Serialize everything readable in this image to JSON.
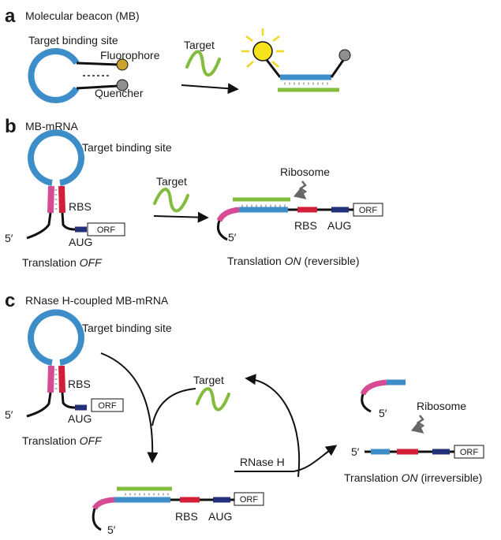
{
  "panels": {
    "a": {
      "letter": "a",
      "title": "Molecular beacon (MB)",
      "target_binding_site": "Target binding site",
      "fluorophore": "Fluorophore",
      "quencher": "Quencher",
      "target": "Target"
    },
    "b": {
      "letter": "b",
      "title": "MB-mRNA",
      "target_binding_site": "Target binding site",
      "rbs": "RBS",
      "aug": "AUG",
      "orf": "ORF",
      "five_prime": "5′",
      "translation_off": "Translation ",
      "off_word": "OFF",
      "target": "Target",
      "ribosome": "Ribosome",
      "rbs_right": "RBS",
      "aug_right": "AUG",
      "orf_right": "ORF",
      "five_prime_right": "5′",
      "translation_on": "Translation ",
      "on_word": "ON",
      "on_suffix": " (reversible)"
    },
    "c": {
      "letter": "c",
      "title": "RNase H-coupled MB-mRNA",
      "target_binding_site": "Target binding site",
      "rbs": "RBS",
      "aug": "AUG",
      "orf": "ORF",
      "five_prime": "5′",
      "translation_off": "Translation ",
      "off_word": "OFF",
      "target": "Target",
      "rnase_h": "RNase H",
      "rbs_bottom": "RBS",
      "aug_bottom": "AUG",
      "orf_bottom": "ORF",
      "five_prime_bottom": "5′",
      "five_prime_fragment": "5′",
      "ribosome": "Ribosome",
      "five_prime_product": "5′",
      "orf_product": "ORF",
      "translation_on": "Translation ",
      "on_word": "ON",
      "on_suffix": " (irreversible)"
    }
  },
  "colors": {
    "stem_blue": "#3d8ec8",
    "target_green": "#82bc3c",
    "fluorophore": "#c9a32a",
    "quencher": "#8f8f8f",
    "sun_yellow": "#f6e21a",
    "rbs_red": "#d21e36",
    "pink": "#d64b93",
    "aug_navy": "#23317a"
  }
}
